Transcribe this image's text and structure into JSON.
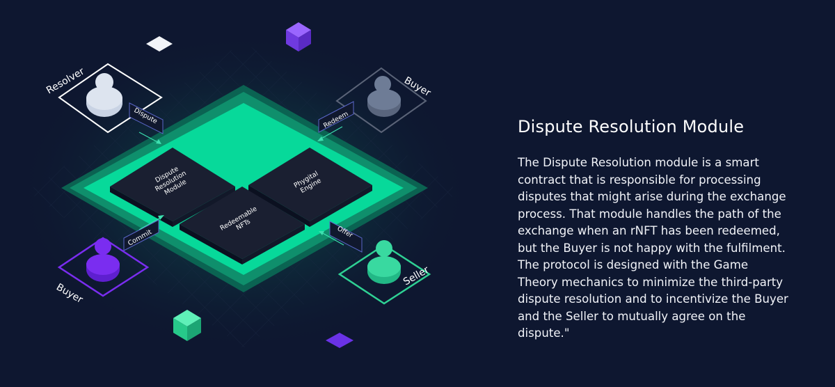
{
  "diagram": {
    "roles": {
      "resolver": "Resolver",
      "buyer_top": "Buyer",
      "buyer_bottom": "Buyer",
      "seller": "Seller"
    },
    "actions": {
      "dispute": "Dispute",
      "redeem": "Redeem",
      "commit": "Commit",
      "offer": "Offer"
    },
    "modules": {
      "dispute_line1": "Dispute",
      "dispute_line2": "Resolution",
      "dispute_line3": "Module",
      "phygital_line1": "Phygital",
      "phygital_line2": "Engine",
      "nfts_line1": "Redeemable",
      "nfts_line2": "NFTs"
    },
    "colors": {
      "background": "#0e1730",
      "platform": "#07d99a",
      "module_tile": "#1a1f31",
      "resolver": "#c9d3e4",
      "buyer_top": "#6e7c96",
      "buyer_bottom": "#7a2df0",
      "seller": "#39d9a0"
    }
  },
  "text": {
    "title": "Dispute Resolution Module",
    "body": "The Dispute Resolution module is a smart\ncontract that is responsible for processing\ndisputes that might arise during the exchange\nprocess. That module handles the path of the\nexchange when an rNFT has been redeemed,\nbut the Buyer is not happy with the fulfilment.\nThe protocol is designed with the Game\nTheory mechanics to minimize the third-party\ndispute resolution and to incentivize the Buyer\nand the Seller to mutually agree on the\ndispute.\""
  }
}
